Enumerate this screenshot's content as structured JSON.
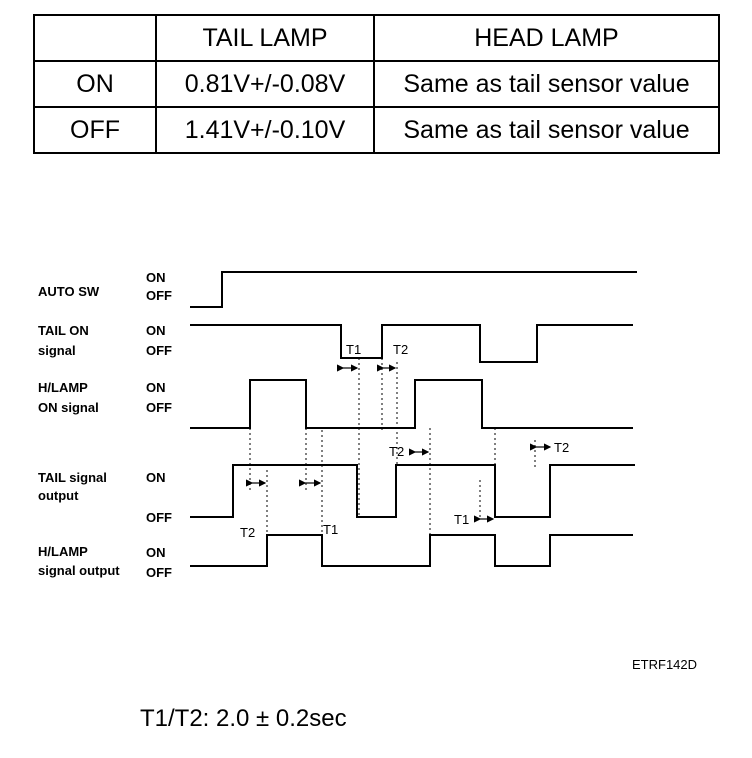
{
  "table": {
    "headers": [
      "",
      "TAIL LAMP",
      "HEAD LAMP"
    ],
    "rows": [
      {
        "label": "ON",
        "tail": "0.81V+/-0.08V",
        "head": "Same as tail sensor value"
      },
      {
        "label": "OFF",
        "tail": "1.41V+/-0.10V",
        "head": "Same as tail sensor value"
      }
    ]
  },
  "signals": {
    "auto_sw": {
      "label": [
        "AUTO SW"
      ],
      "on": "ON",
      "off": "OFF"
    },
    "tail_on": {
      "label": [
        "TAIL ON",
        "signal"
      ],
      "on": "ON",
      "off": "OFF"
    },
    "hlamp_on": {
      "label": [
        "H/LAMP",
        "ON signal"
      ],
      "on": "ON",
      "off": "OFF"
    },
    "tail_out": {
      "label": [
        "TAIL signal",
        "output"
      ],
      "on": "ON",
      "off": "OFF"
    },
    "hlamp_out": {
      "label": [
        "H/LAMP",
        "signal output"
      ],
      "on": "ON",
      "off": "OFF"
    }
  },
  "timing_labels": {
    "t1": "T1",
    "t2": "T2"
  },
  "figure_code": "ETRF142D",
  "formula": "T1/T2:  2.0 ± 0.2sec"
}
